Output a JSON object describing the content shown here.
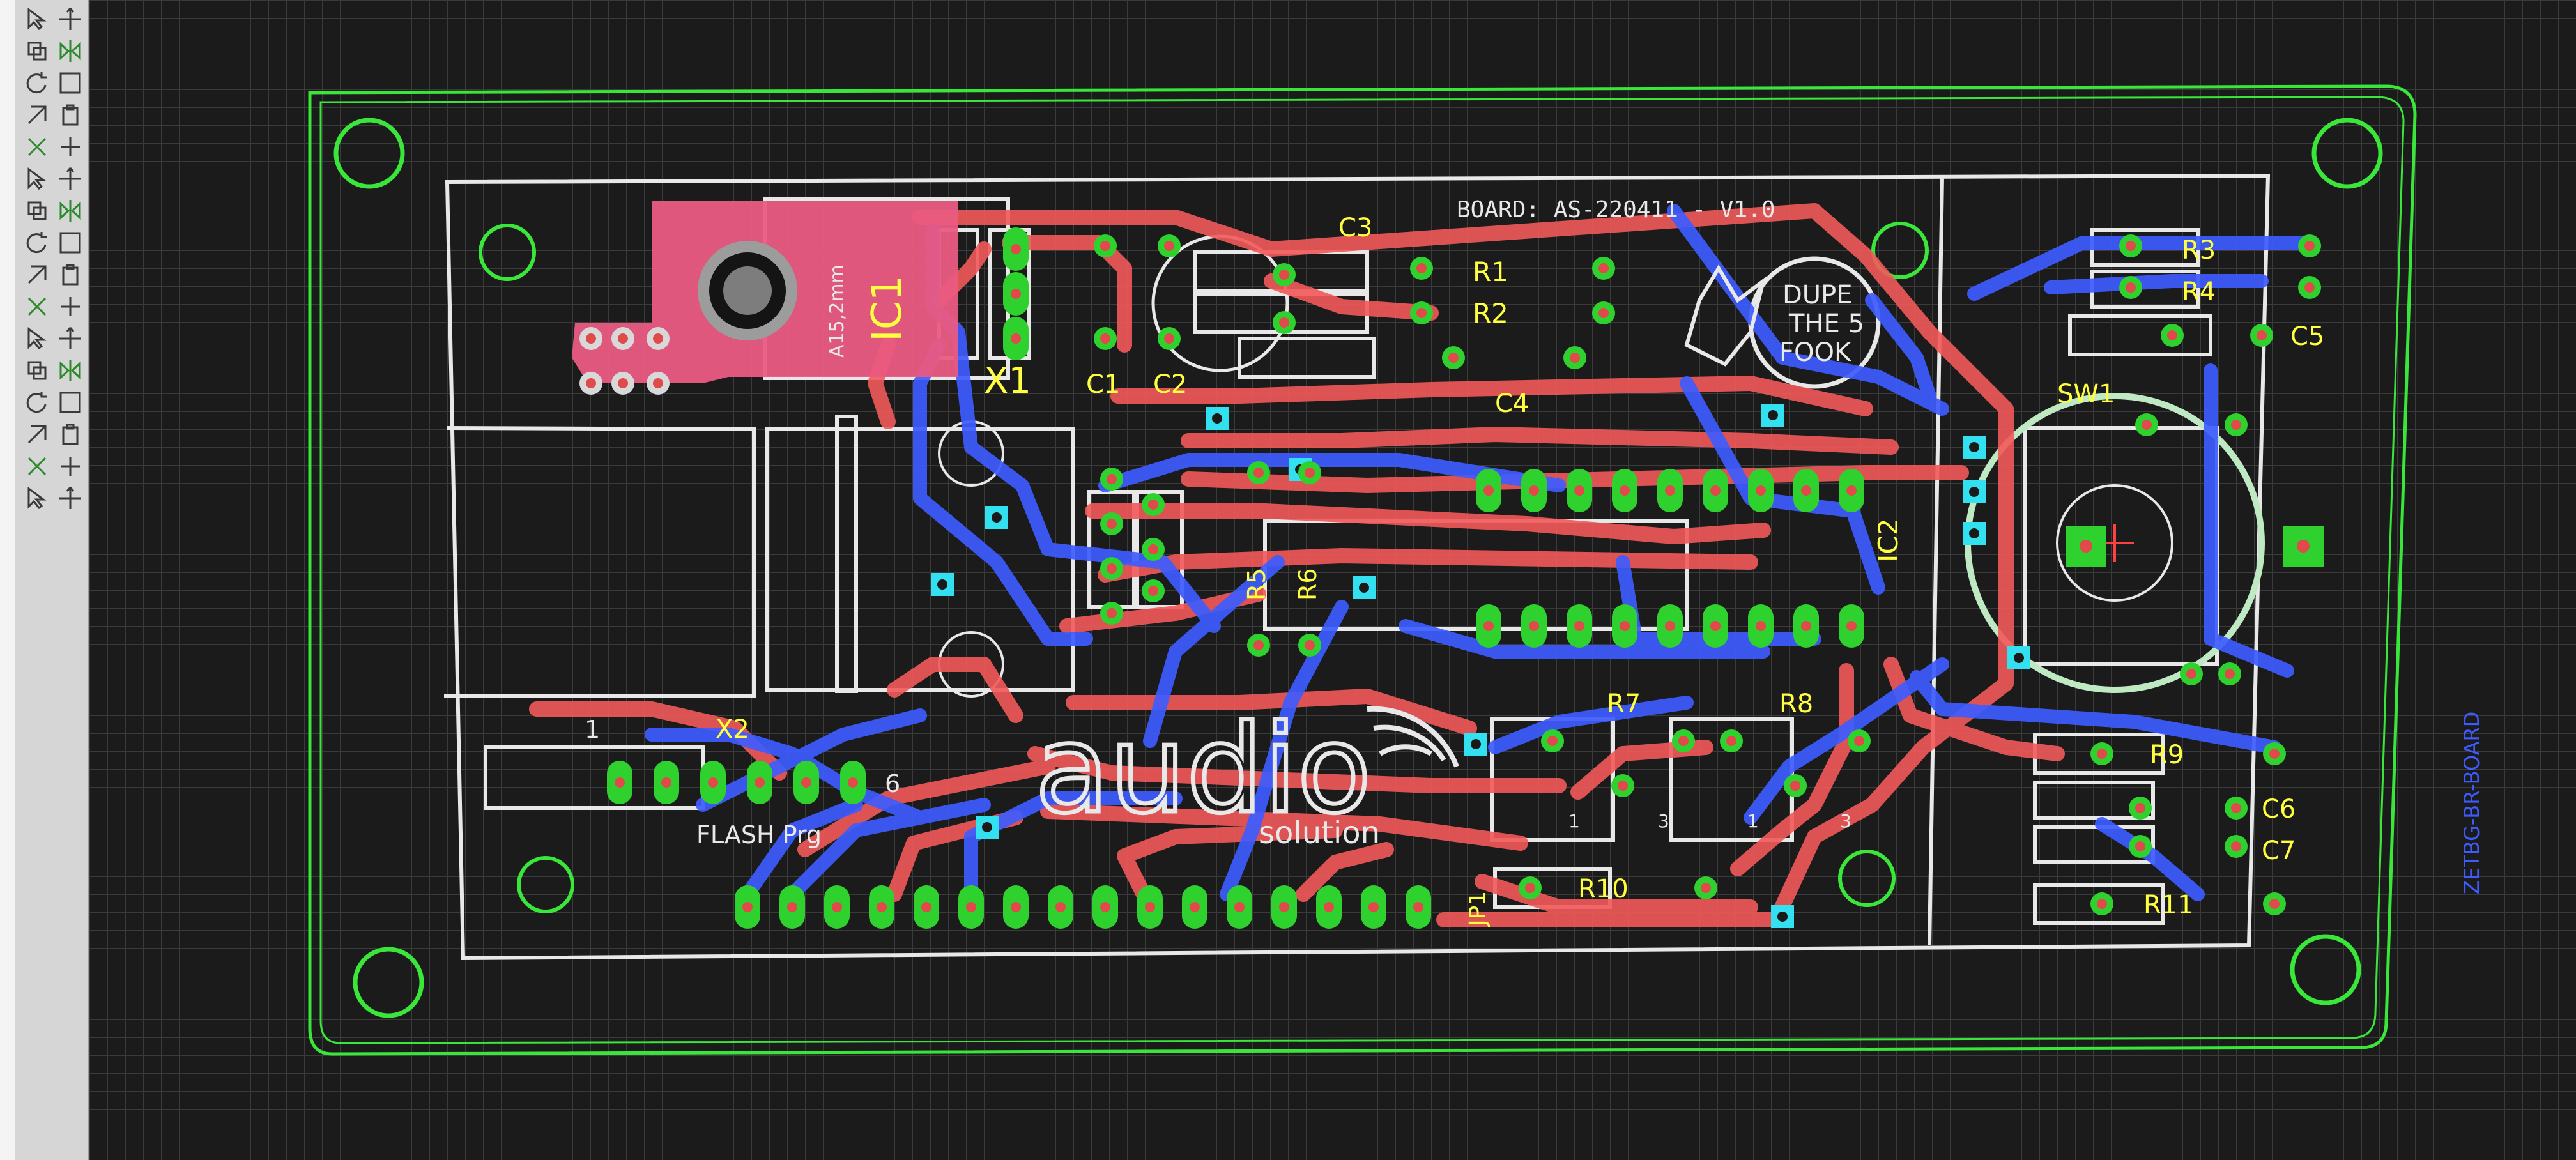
{
  "app": {
    "name": "PCB layout editor"
  },
  "colors": {
    "background": "#1c1c1c",
    "grid": "#3a3a3a",
    "outline": "#39e639",
    "silk": "#e8e8e8",
    "top_copper": "#ff5a5a",
    "bottom_copper": "#3c5cff",
    "pads": "#2fd12f",
    "labels": "#ffff33",
    "vias": "#33e0f0"
  },
  "toolbar": {
    "tools": [
      "select-icon",
      "move-icon",
      "copy-icon",
      "mirror-icon",
      "rotate-icon",
      "group-icon",
      "change-icon",
      "paste-icon",
      "delete-icon",
      "add-icon",
      "name-icon",
      "value-icon",
      "split-icon",
      "miter-icon",
      "optimize-icon",
      "route-icon",
      "ripup-icon",
      "wire-icon",
      "text-icon",
      "circle-icon",
      "arc-icon",
      "rect-icon",
      "polygon-icon",
      "via-icon",
      "signal-icon",
      "hole-icon",
      "attribute-icon",
      "dimension-icon",
      "ratsnest-icon",
      "autoroute-icon",
      "drc-icon",
      "errors-icon"
    ]
  },
  "board": {
    "title": "BOARD: AS-220411 - V1.0",
    "logo": {
      "word": "audio",
      "tagline": "solution"
    },
    "badge": [
      "DUPE",
      "THE 5",
      "FOOK"
    ],
    "side_text": "A15,2mm",
    "rotated_text": "ZETBG-BR-BOARD",
    "labels": {
      "IC1": "IC1",
      "X1": "X1",
      "C1": "C1",
      "C2": "C2",
      "C3": "C3",
      "R1": "R1",
      "R2": "R2",
      "C4": "C4",
      "R3": "R3",
      "R4": "R4",
      "C5": "C5",
      "SW1": "SW1",
      "IC2": "IC2",
      "R5": "R5",
      "R6": "R6",
      "R7": "R7",
      "R8": "R8",
      "R9": "R9",
      "C6": "C6",
      "C7": "C7",
      "R10": "R10",
      "R11": "R11",
      "X2": "X2",
      "JP1": "JP1",
      "pin1": "1",
      "pin6": "6",
      "flash": "FLASH Prg",
      "trim1": "1",
      "trim3": "3"
    }
  }
}
